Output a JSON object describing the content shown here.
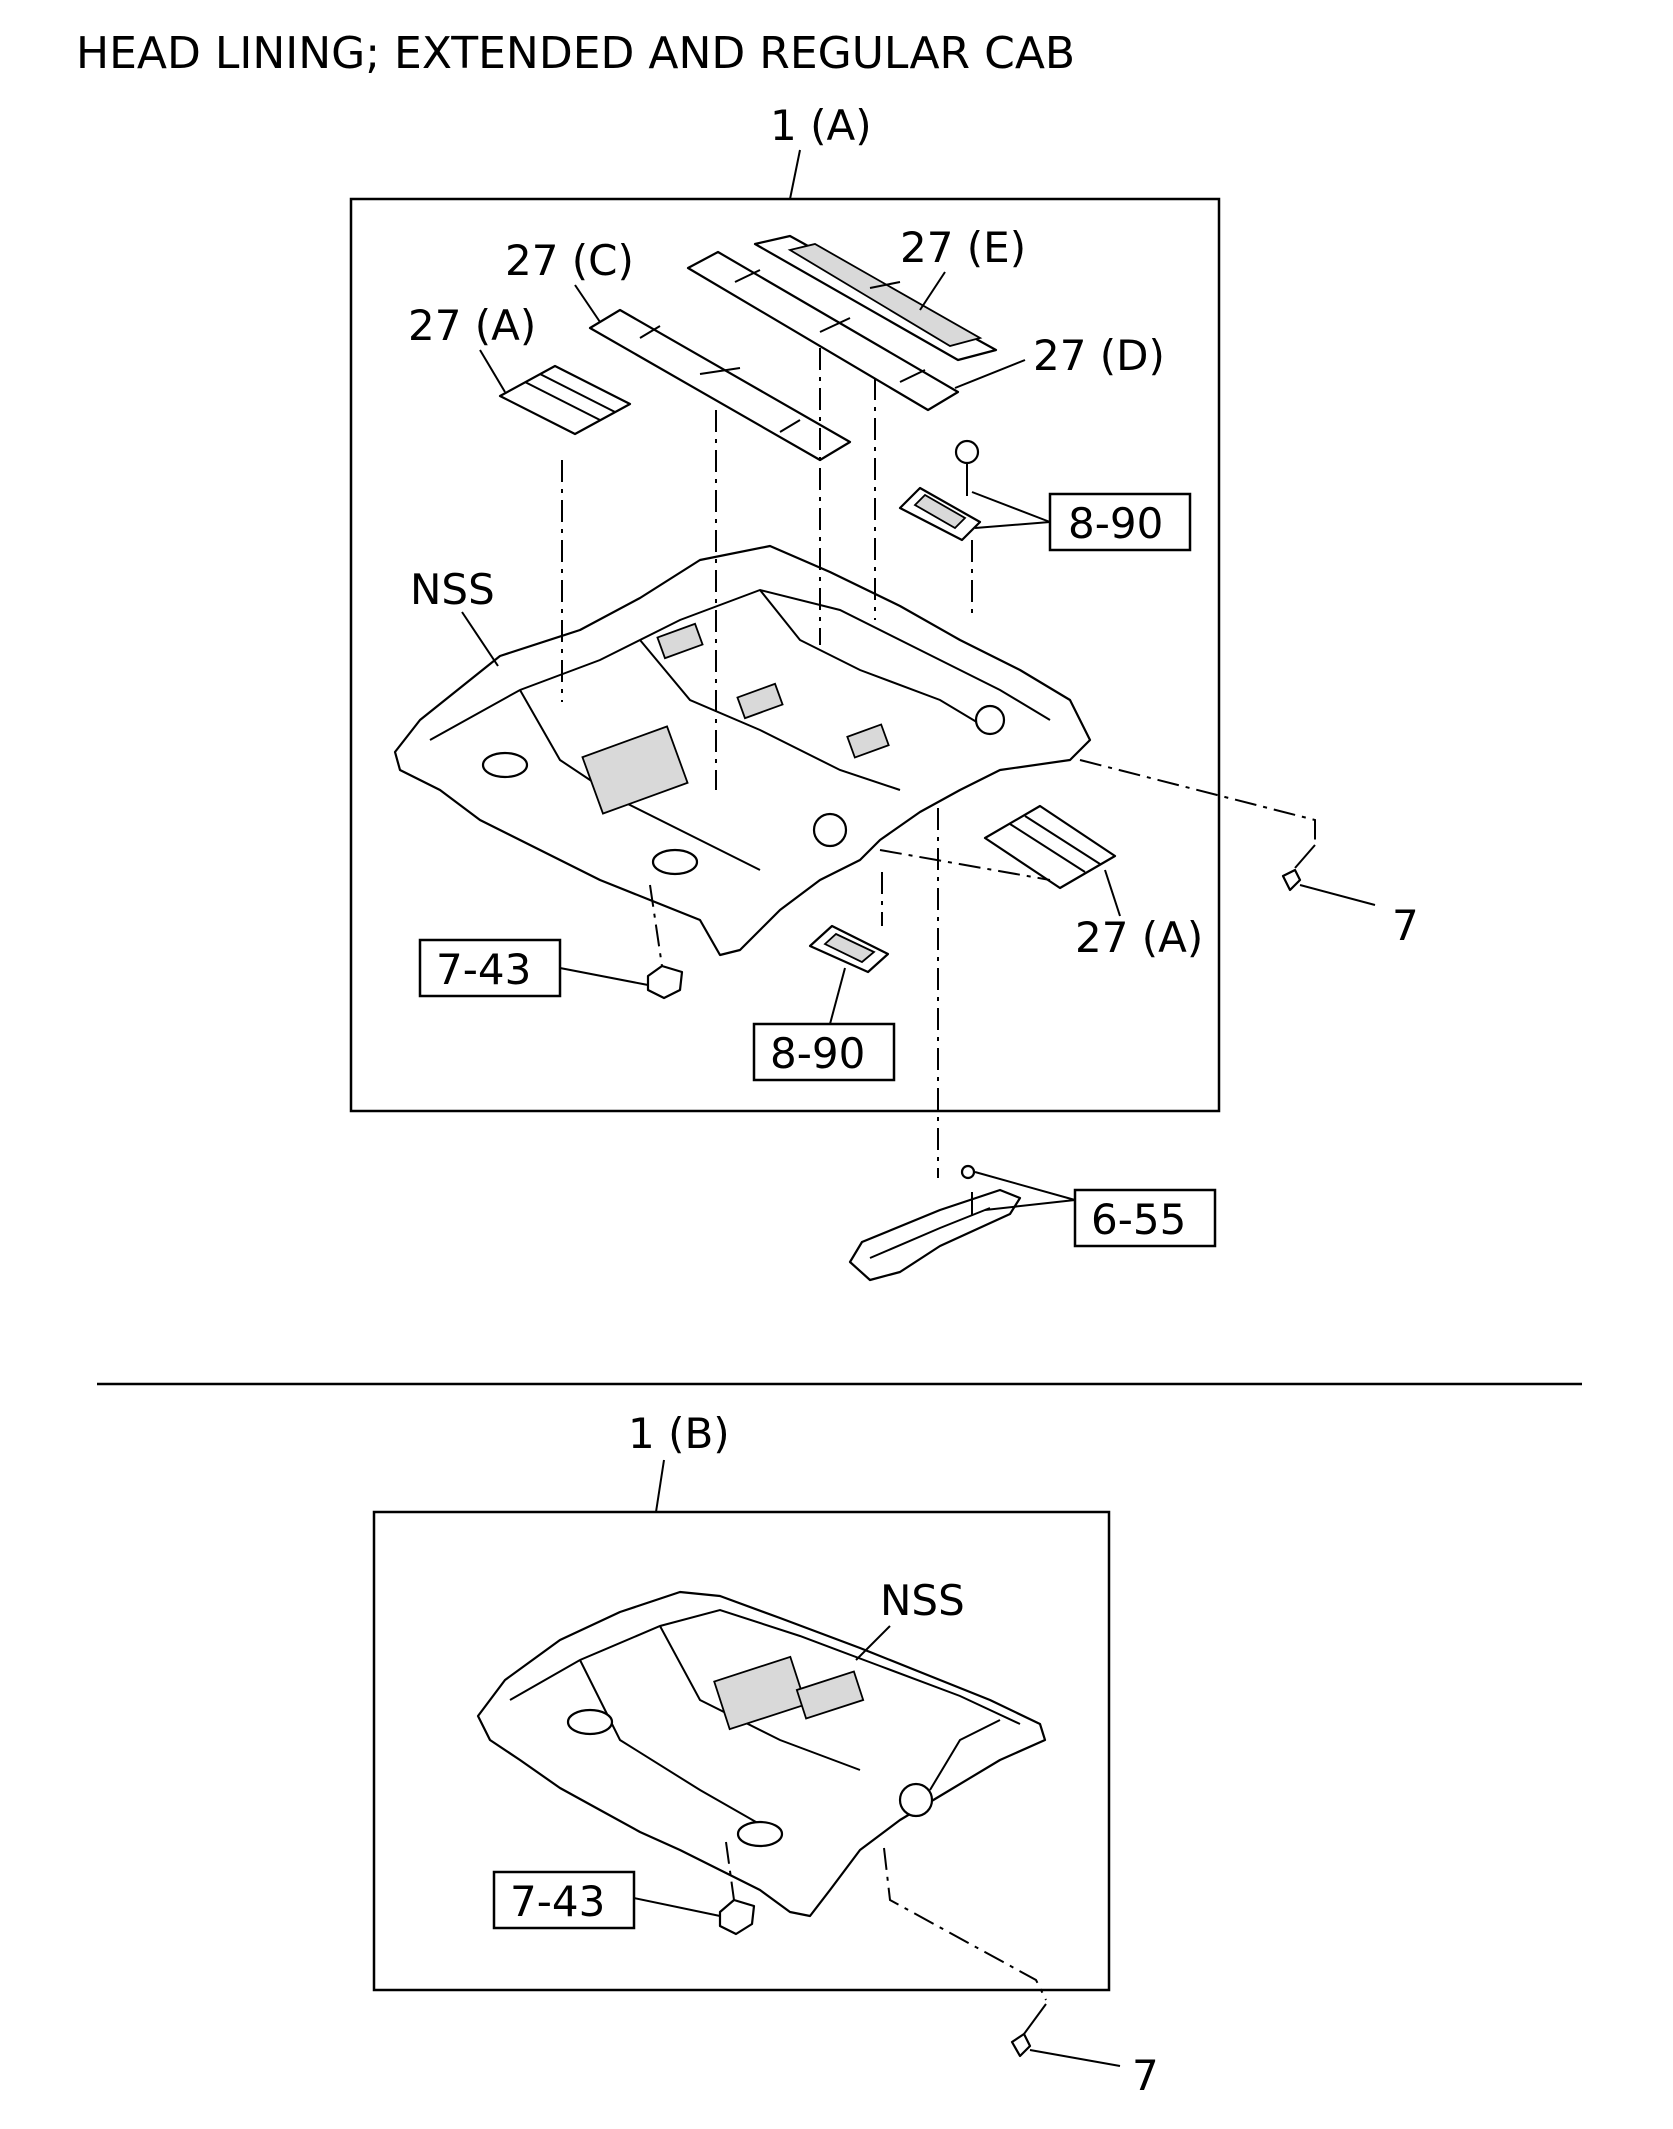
{
  "title": "HEAD LINING; EXTENDED AND REGULAR CAB",
  "upper": {
    "assembly_label": "1 (A)",
    "callouts": {
      "pad_c": "27 (C)",
      "pad_e": "27 (E)",
      "pad_a_left": "27 (A)",
      "pad_d": "27 (D)",
      "nss": "NSS",
      "pad_a_right": "27 (A)",
      "fastener": "7"
    },
    "refs": {
      "lamp_top": "8-90",
      "clip": "7-43",
      "lamp_bottom": "8-90",
      "assist": "6-55"
    }
  },
  "lower": {
    "assembly_label": "1 (B)",
    "callouts": {
      "nss": "NSS",
      "fastener": "7"
    },
    "refs": {
      "clip": "7-43"
    }
  }
}
